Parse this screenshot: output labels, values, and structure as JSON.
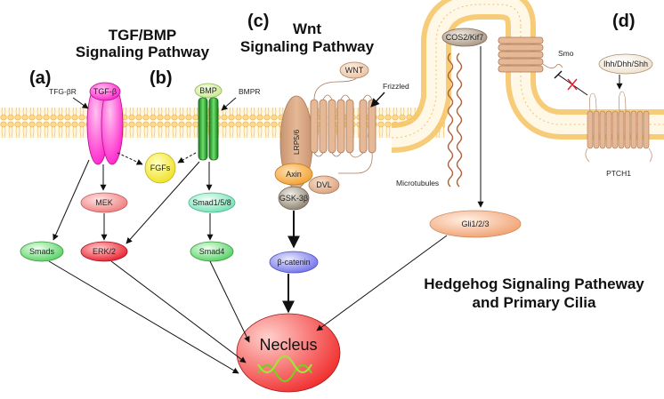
{
  "titles": {
    "tgf_line1": "TGF/BMP",
    "tgf_line2": "Signaling Pathway",
    "wnt_line1": "Wnt",
    "wnt_line2": "Signaling Pathway",
    "hh_line1": "Hedgehog Signaling Patheway",
    "hh_line2": "and Primary Cilia"
  },
  "panels": {
    "a": "(a)",
    "b": "(b)",
    "c": "(c)",
    "d": "(d)"
  },
  "labels": {
    "tgfbr": "TFG-βR",
    "bmpr": "BMPR",
    "frizzled": "Frizzled",
    "smo": "Smo",
    "ptch1": "PTCH1",
    "microtubules": "Microtubules",
    "lrp": "LRP5/6"
  },
  "nodes": {
    "tgfb": "TGF-β",
    "bmp": "BMP",
    "fgfs": "FGFs",
    "mek": "MEK",
    "erk": "ERK/2",
    "smads": "Smads",
    "smad158": "Smad1/5/8",
    "smad4": "Smad4",
    "wnt": "WNT",
    "axin": "Axin",
    "dvl": "DVL",
    "gsk": "GSK-3β",
    "bcatenin": "β-catenin",
    "cos2": "COS2/Kif7",
    "ihh": "Ihh/Dhh/Shh",
    "gli": "Gli1/2/3",
    "nucleus": "Necleus"
  },
  "colors": {
    "membrane": "#f5c76a",
    "tgf": "#ff33cc",
    "bmpr": "#2f9e2f",
    "wnt_protein": "#d9a57a",
    "nucleus": "#f03a3a",
    "inhibit_mark": "#e0202e"
  }
}
